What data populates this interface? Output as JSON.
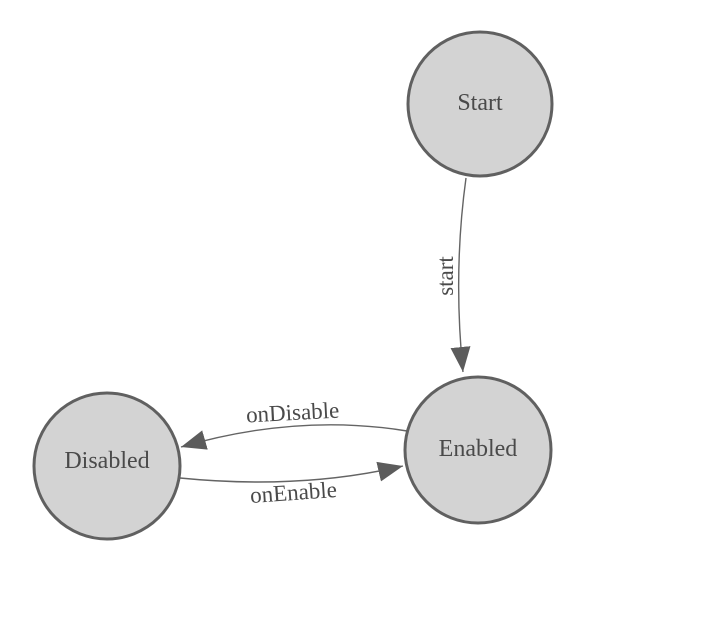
{
  "diagram": {
    "nodes": [
      {
        "id": "start",
        "label": "Start"
      },
      {
        "id": "enabled",
        "label": "Enabled"
      },
      {
        "id": "disabled",
        "label": "Disabled"
      }
    ],
    "edges": [
      {
        "from": "Start",
        "to": "Enabled",
        "label": "start"
      },
      {
        "from": "Enabled",
        "to": "Disabled",
        "label": "onDisable"
      },
      {
        "from": "Disabled",
        "to": "Enabled",
        "label": "onEnable"
      }
    ]
  },
  "colors": {
    "background": "#ffffff",
    "node_fill": "#d3d3d3",
    "node_stroke": "#606060",
    "edge_line": "#646464",
    "arrowhead": "#5c5c5c",
    "text": "#4a4a4a"
  }
}
